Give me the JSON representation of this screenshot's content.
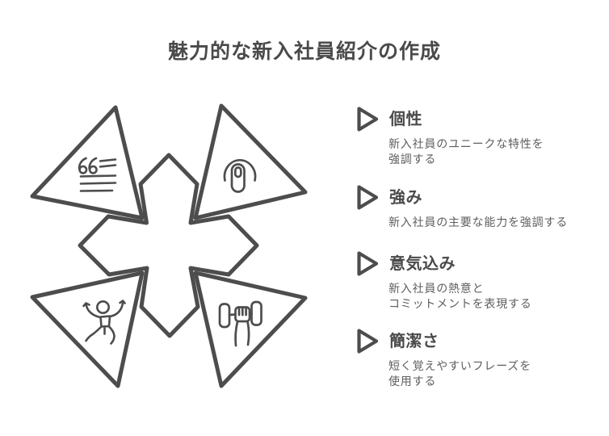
{
  "title": "魅力的な新入社員紹介の作成",
  "colors": {
    "ink": "#4d4d4d",
    "heading_text": "#4a4a4a",
    "description_text": "#5e5e5e",
    "shape_fill": "#ffffff",
    "background": "#ffffff"
  },
  "diagram": {
    "center_shape": "notched-diamond-star",
    "segments": [
      {
        "position": "top-left",
        "icon": "quote-icon"
      },
      {
        "position": "top-right",
        "icon": "tap-finger-icon"
      },
      {
        "position": "bottom-left",
        "icon": "excited-person-icon"
      },
      {
        "position": "bottom-right",
        "icon": "dumbbell-icon"
      }
    ]
  },
  "legend": {
    "marker_icon": "play-arrow-icon",
    "items": [
      {
        "label": "個性",
        "description_lines": [
          "新入社員のユニークな特性を",
          "強調する"
        ]
      },
      {
        "label": "強み",
        "description_lines": [
          "新入社員の主要な能力を強調する"
        ]
      },
      {
        "label": "意気込み",
        "description_lines": [
          "新入社員の熱意と",
          "コミットメントを表現する"
        ]
      },
      {
        "label": "簡潔さ",
        "description_lines": [
          "短く覚えやすいフレーズを",
          "使用する"
        ]
      }
    ]
  }
}
